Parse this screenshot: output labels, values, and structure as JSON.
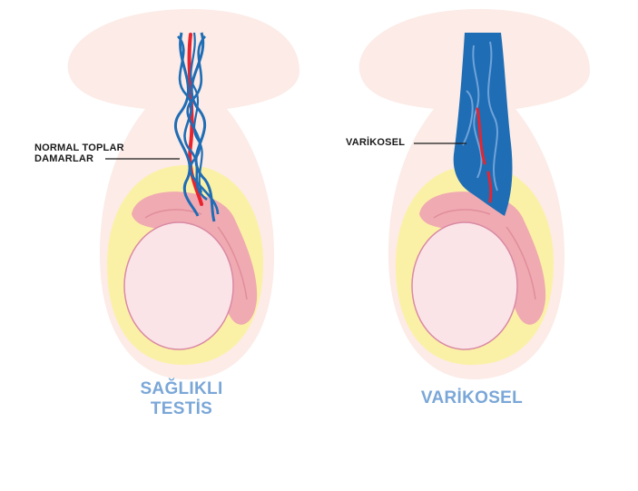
{
  "labels": {
    "normal_veins_line1": "NORMAL TOPLAR",
    "normal_veins_line2": "DAMARLAR",
    "varicocele_callout": "VARİKOSEL"
  },
  "captions": {
    "healthy_line1": "SAĞLIKLI",
    "healthy_line2": "TESTİS",
    "varicocele": "VARİKOSEL"
  },
  "colors": {
    "outer_skin": "#fcebe6",
    "fat_layer": "#fbf1a6",
    "testis_fill": "#fbe4e8",
    "testis_outline": "#d98aa4",
    "epididymis": "#f0aab2",
    "vein_blue": "#1f6db5",
    "artery_red": "#e8242f",
    "caption_blue": "#7aa7d8",
    "callout_text": "#1a1a1a"
  }
}
